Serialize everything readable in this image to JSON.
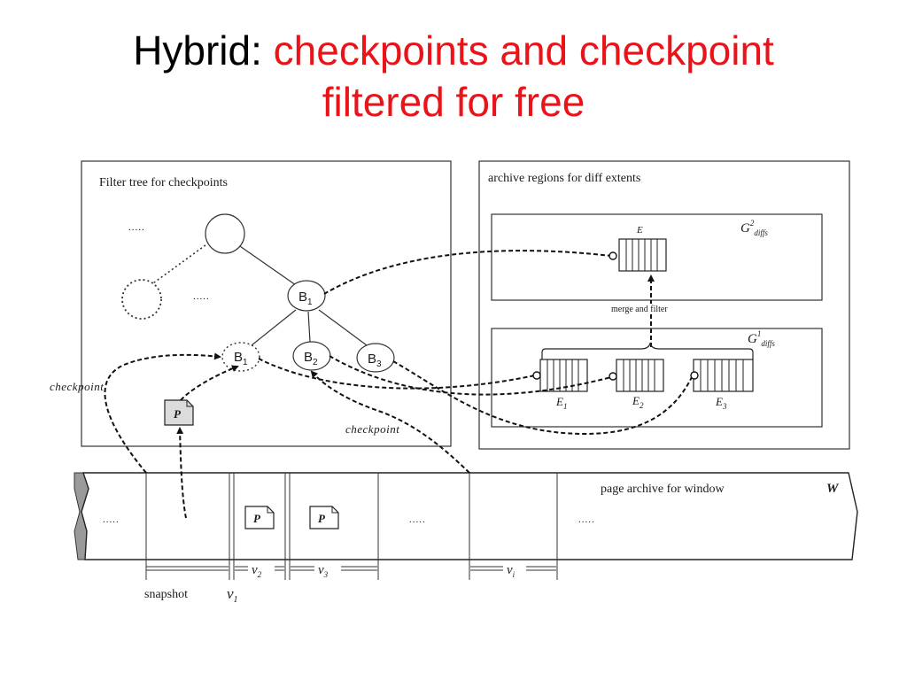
{
  "title": {
    "prefix": "Hybrid: ",
    "accent_line1": "checkpoints and checkpoint",
    "accent_line2": "filtered for free",
    "accent_color": "#e8141a"
  },
  "diagram": {
    "filter_tree_label": "Filter tree for checkpoints",
    "archive_regions_label": "archive regions for diff extents",
    "ellipsis": ".....",
    "nodes": {
      "b1": {
        "base": "B",
        "sub": "1"
      },
      "b1_snap": {
        "base": "B",
        "sub": "1"
      },
      "b2": {
        "base": "B",
        "sub": "2"
      },
      "b3": {
        "base": "B",
        "sub": "3"
      }
    },
    "page_icon_label": "P",
    "checkpoint_label": "checkpoint",
    "g2": {
      "base": "G",
      "sup": "2",
      "sub": "diffs"
    },
    "g1": {
      "base": "G",
      "sup": "1",
      "sub": "diffs"
    },
    "extent_e": "E",
    "extents": [
      {
        "base": "E",
        "sub": "1"
      },
      {
        "base": "E",
        "sub": "2"
      },
      {
        "base": "E",
        "sub": "3"
      }
    ],
    "merge_filter_label": "merge and filter",
    "page_archive_label": "page archive for window",
    "window_symbol": "W",
    "snapshot_label": "snapshot",
    "versions": [
      {
        "base": "v",
        "sub": "1"
      },
      {
        "base": "v",
        "sub": "2"
      },
      {
        "base": "v",
        "sub": "3"
      },
      {
        "base": "v",
        "sub": "i"
      }
    ]
  }
}
